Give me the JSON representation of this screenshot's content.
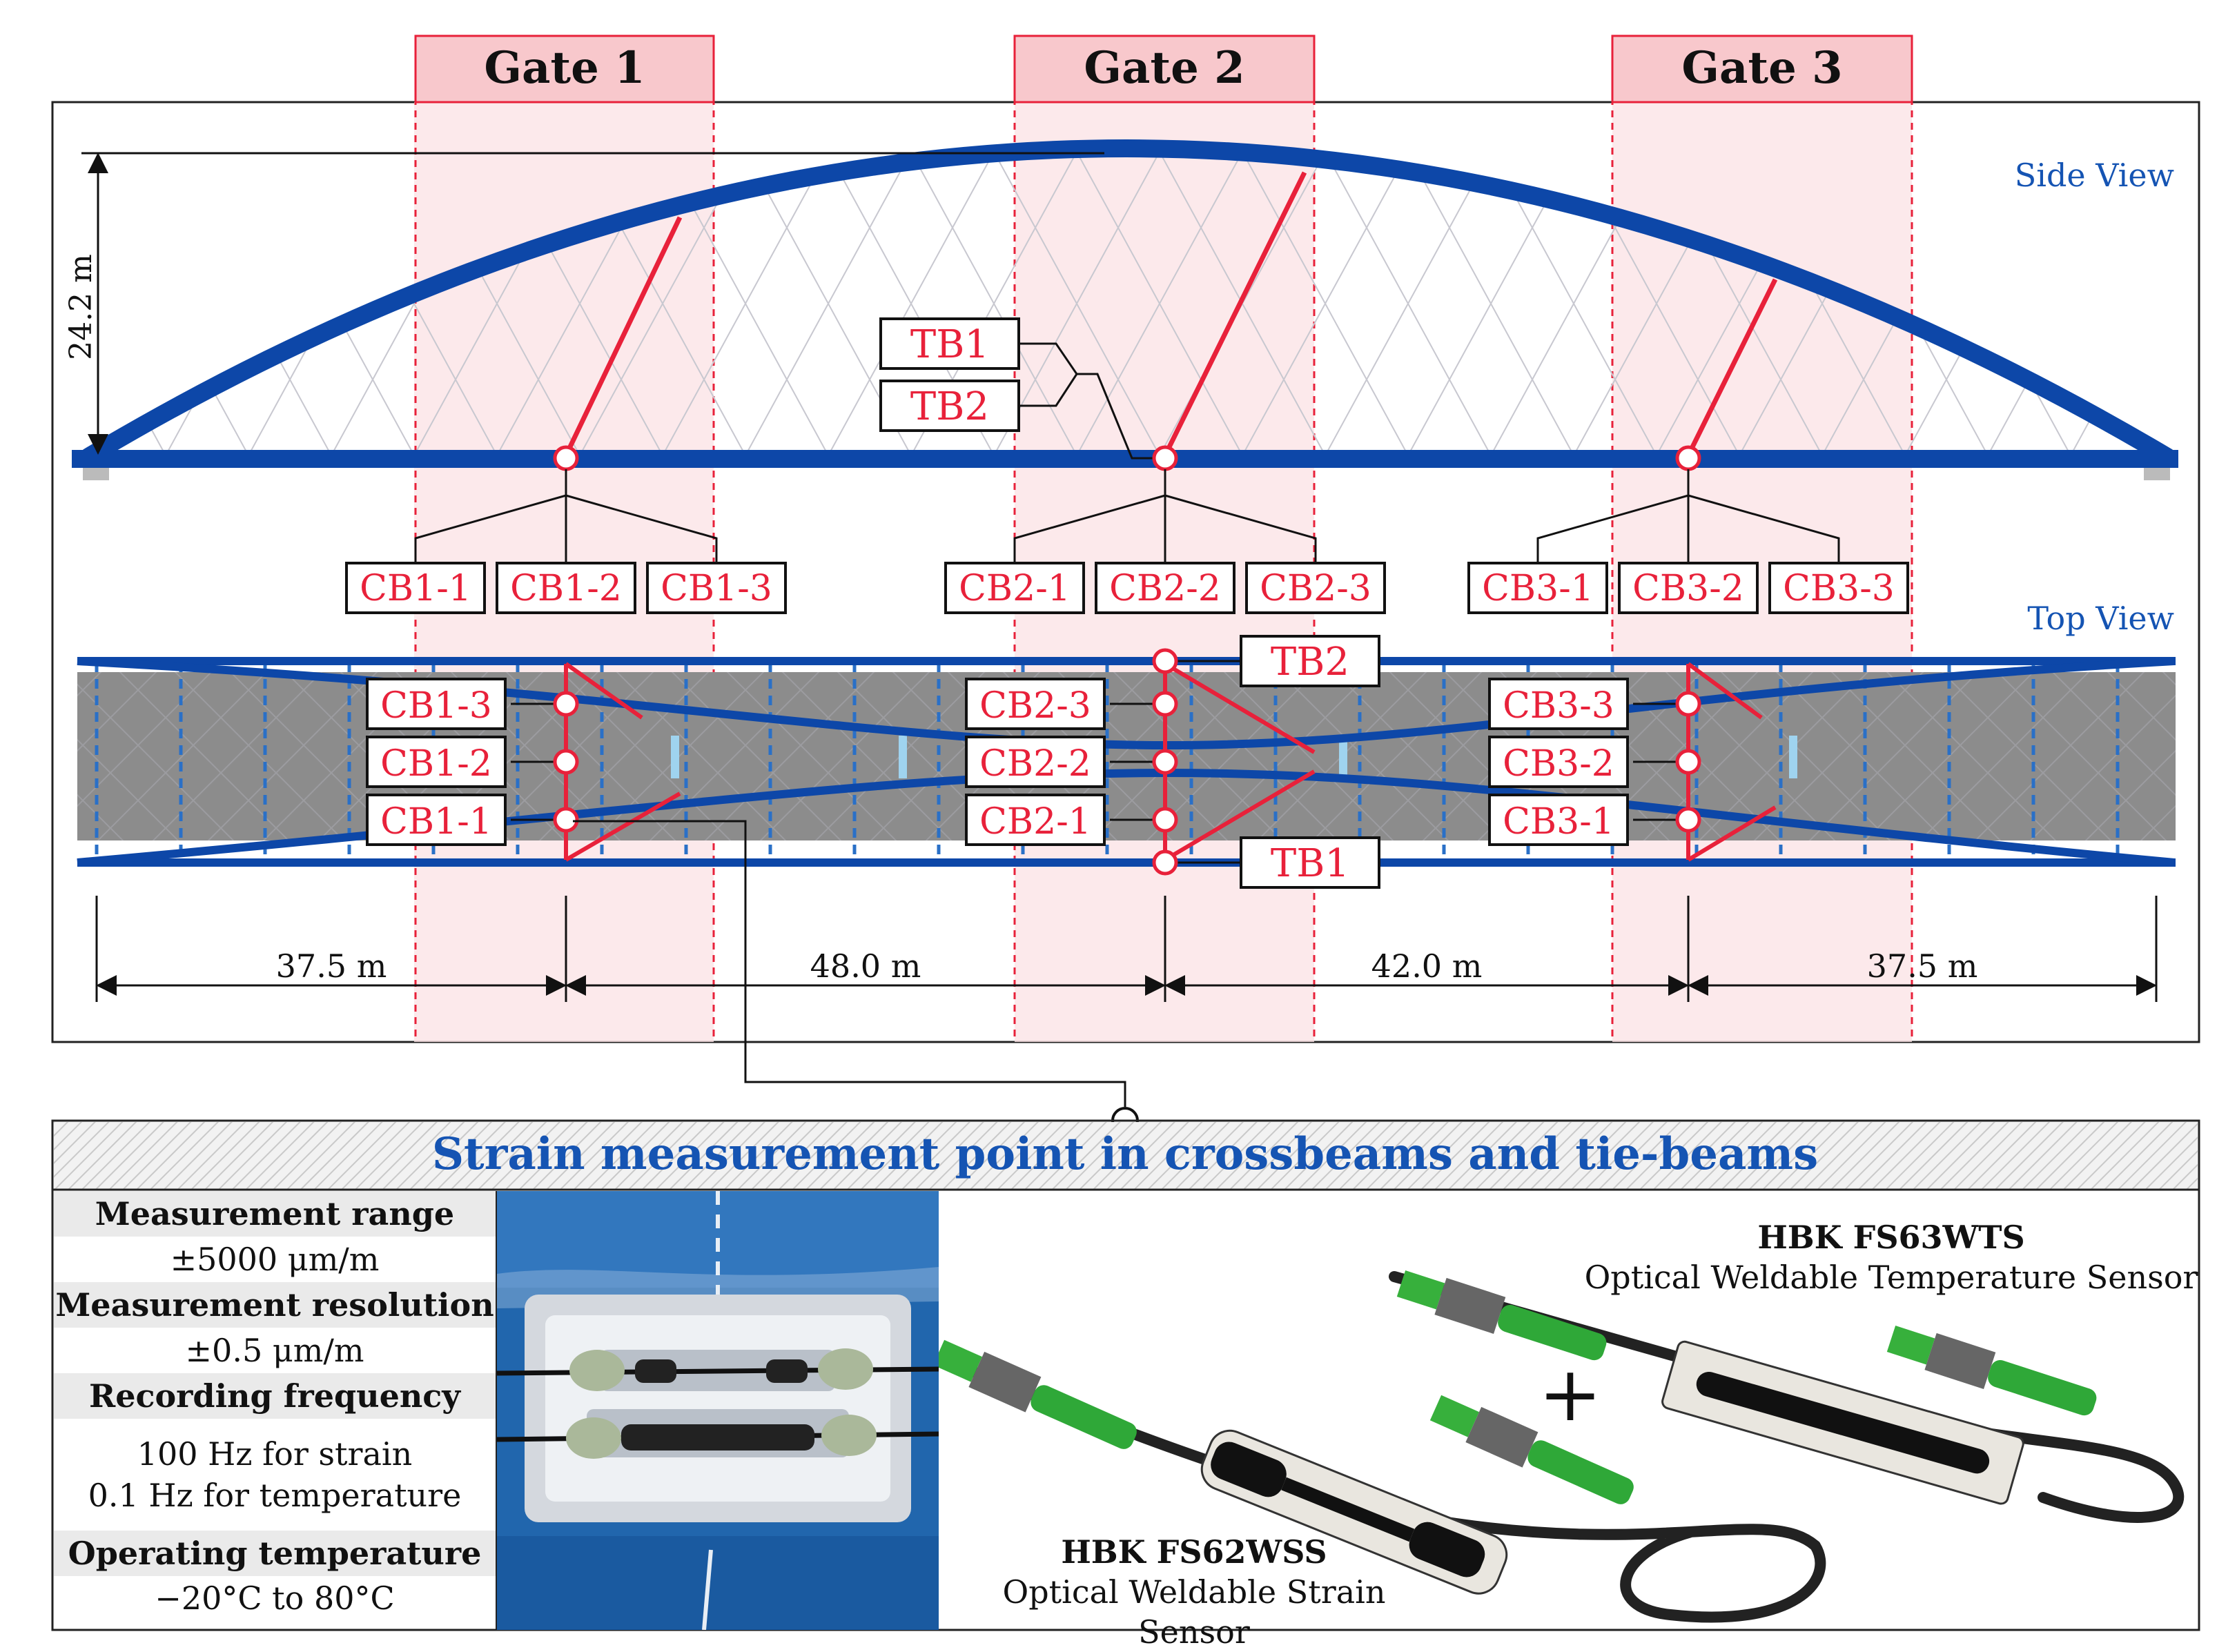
{
  "gates": [
    {
      "label": "Gate 1"
    },
    {
      "label": "Gate 2"
    },
    {
      "label": "Gate 3"
    }
  ],
  "views": {
    "side": "Side View",
    "top": "Top View"
  },
  "height_label": "24.2 m",
  "tie_labels": {
    "tb1": "TB1",
    "tb2": "TB2"
  },
  "side_cross": [
    [
      "CB1-1",
      "CB1-2",
      "CB1-3"
    ],
    [
      "CB2-1",
      "CB2-2",
      "CB2-3"
    ],
    [
      "CB3-1",
      "CB3-2",
      "CB3-3"
    ]
  ],
  "top_cross": [
    [
      "CB1-3",
      "CB1-2",
      "CB1-1"
    ],
    [
      "CB2-3",
      "CB2-2",
      "CB2-1"
    ],
    [
      "CB3-3",
      "CB3-2",
      "CB3-1"
    ]
  ],
  "spans": [
    "37.5 m",
    "48.0 m",
    "42.0 m",
    "37.5 m"
  ],
  "panel_title": "Strain measurement point in crossbeams and tie-beams",
  "spec": [
    {
      "kind": "h",
      "text": "Measurement range"
    },
    {
      "kind": "v",
      "text": "±5000 μm/m"
    },
    {
      "kind": "h",
      "text": "Measurement resolution"
    },
    {
      "kind": "v",
      "text": "±0.5 μm/m"
    },
    {
      "kind": "h",
      "text": "Recording frequency"
    },
    {
      "kind": "v",
      "lines": [
        "100 Hz for strain",
        "0.1 Hz for temperature"
      ]
    },
    {
      "kind": "h",
      "text": "Operating temperature"
    },
    {
      "kind": "v",
      "text": "−20°C to 80°C"
    }
  ],
  "sensors": {
    "temp": {
      "name": "HBK FS63WTS",
      "desc": "Optical Weldable Temperature Sensor"
    },
    "strain": {
      "name": "HBK FS62WSS",
      "desc": "Optical Weldable Strain Sensor"
    },
    "plus": "+"
  },
  "colors": {
    "arch": "#0d47a8",
    "red": "#e8213a",
    "gateFill": "#fbd5d8",
    "deck": "#8a8a8a",
    "title": "#1554b3"
  }
}
